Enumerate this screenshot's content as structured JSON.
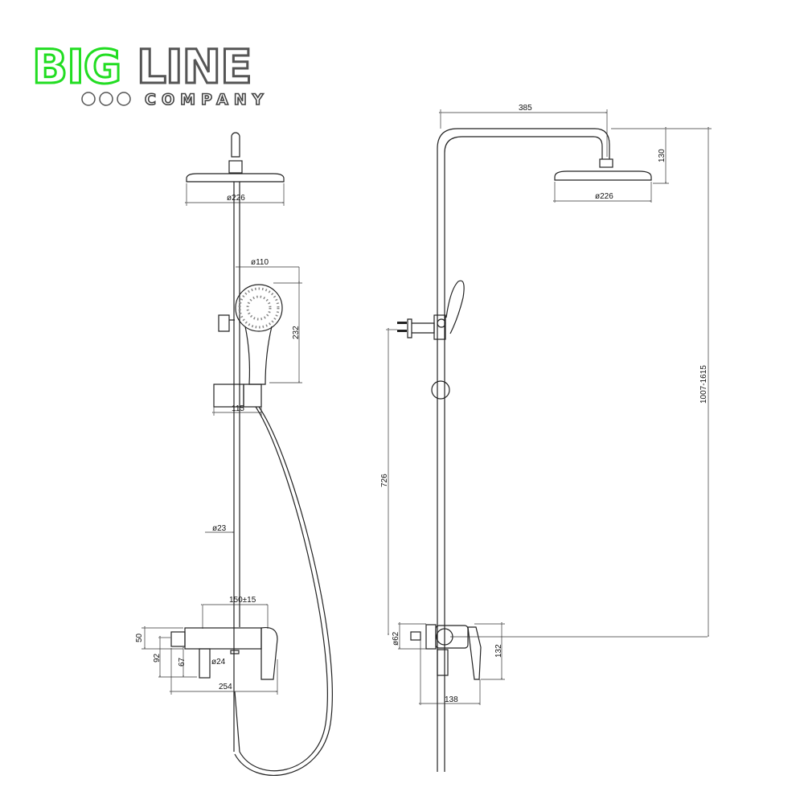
{
  "logo": {
    "part1": "BIG",
    "part2": "LINE",
    "subtitle": "COMPANY",
    "green": "#22dd22",
    "grey": "#555555"
  },
  "front_view": {
    "head_diameter": "ø226",
    "hand_shower_diameter": "ø110",
    "hand_shower_height": "232",
    "slider_width": "115",
    "rail_diameter": "ø23",
    "inlet_spacing": "150±15",
    "mixer_height": "50",
    "inlet_depth": "92",
    "outlet_length": "67",
    "outlet_diameter": "ø24",
    "mixer_width": "254"
  },
  "side_view": {
    "arm_reach": "385",
    "head_drop": "130",
    "head_diameter": "ø226",
    "total_height": "1007-1615",
    "bracket_height": "726",
    "flange_diameter": "ø62",
    "handle_height": "132",
    "mixer_depth": "138"
  }
}
